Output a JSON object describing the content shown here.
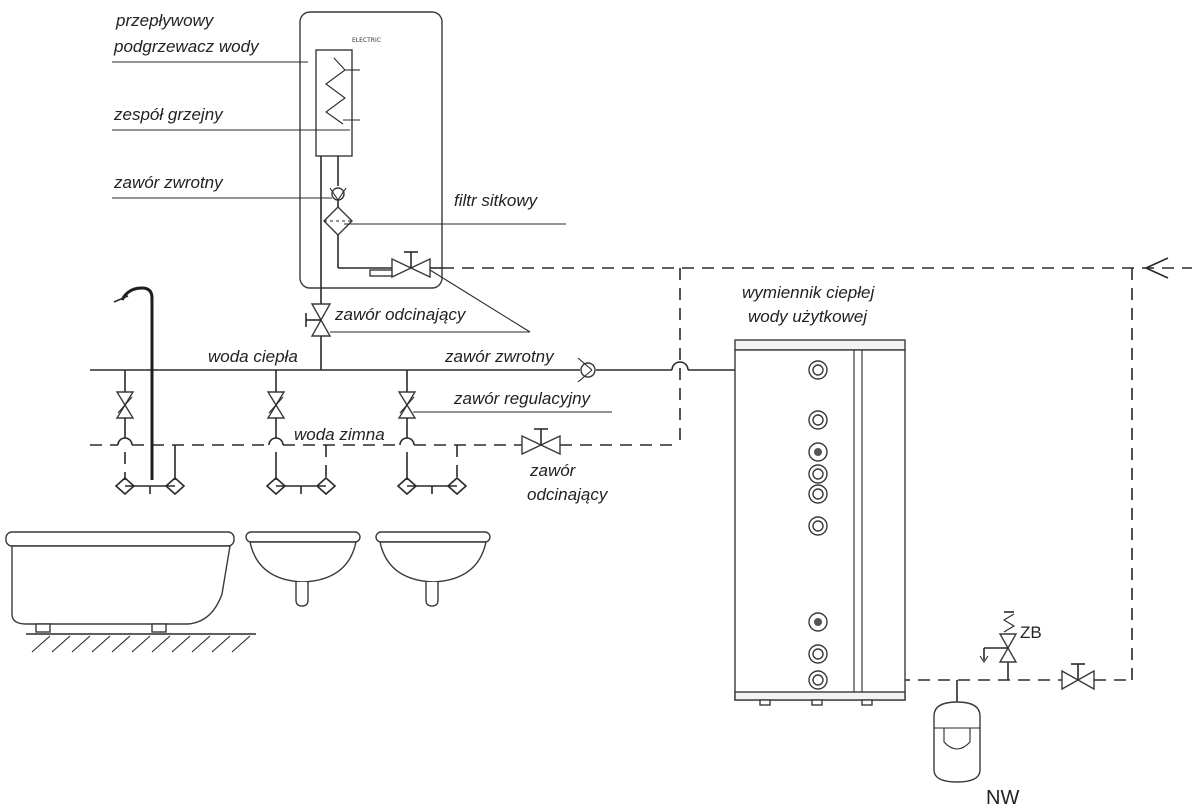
{
  "labels": {
    "heater_line1": "przepływowy",
    "heater_line2": "podgrzewacz wody",
    "heating_unit": "zespół grzejny",
    "check_valve_top": "zawór zwrotny",
    "strainer": "filtr sitkowy",
    "shutoff_valve_top": "zawór odcinający",
    "hot_water": "woda ciepła",
    "check_valve_mid": "zawór zwrotny",
    "regulating_valve": "zawór regulacyjny",
    "cold_water": "woda zimna",
    "shutoff_low_line1": "zawór",
    "shutoff_low_line2": "odcinający",
    "exchanger_line1": "wymiennik ciepłej",
    "exchanger_line2": "wody użytkowej",
    "safety_valve": "ZB",
    "expansion_vessel": "NW",
    "heater_brand": "ELECTRIC"
  },
  "colors": {
    "line": "#2a2a2a",
    "background": "#ffffff"
  }
}
